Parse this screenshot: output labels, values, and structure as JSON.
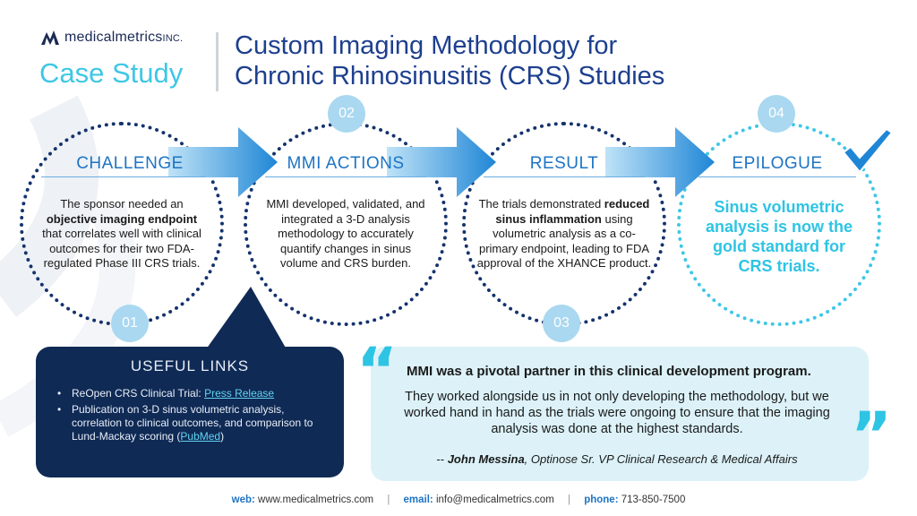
{
  "header": {
    "logo_main": "medicalmetrics",
    "logo_suffix": "INC.",
    "case_label": "Case Study",
    "title_line1": "Custom Imaging Methodology for",
    "title_line2": "Chronic Rhinosinusitis (CRS) Studies"
  },
  "stages": [
    {
      "number": "01",
      "heading": "CHALLENGE",
      "text_before": "The sponsor needed an ",
      "text_bold": "objective imaging endpoint",
      "text_after": " that correlates well with clinical outcomes for their two FDA-regulated Phase III CRS trials."
    },
    {
      "number": "02",
      "heading": "MMI ACTIONS",
      "text": "MMI developed, validated, and integrated a 3-D analysis methodology to accurately quantify changes in sinus volume and CRS burden."
    },
    {
      "number": "03",
      "heading": "RESULT",
      "text_before": "The trials demonstrated ",
      "text_bold": "reduced sinus inflammation",
      "text_after": " using volumetric analysis as a co-primary endpoint, leading to FDA approval of the XHANCE product."
    },
    {
      "number": "04",
      "heading": "EPILOGUE",
      "text": "Sinus volumetric analysis is now the gold standard for CRS trials."
    }
  ],
  "links": {
    "title": "USEFUL LINKS",
    "item1_text": "ReOpen CRS Clinical Trial: ",
    "item1_link": "Press Release",
    "item2_text": "Publication on 3-D sinus volumetric analysis, correlation to clinical outcomes, and comparison to Lund-Mackay scoring (",
    "item2_link": "PubMed",
    "item2_after": ")"
  },
  "quote": {
    "open_mark": "“",
    "close_mark": "”",
    "lead": "MMI was a pivotal partner in this clinical development program.",
    "body": "They worked alongside us in not only developing the methodology, but we worked hand in hand as the trials were ongoing to ensure that the imaging analysis was done at the highest standards.",
    "attr_prefix": "-- ",
    "attr_name": "John Messina",
    "attr_role": ", Optinose Sr. VP Clinical Research & Medical Affairs"
  },
  "footer": {
    "web_label": "web:",
    "web_value": "www.medicalmetrics.com",
    "email_label": "email:",
    "email_value": "info@medicalmetrics.com",
    "phone_label": "phone:",
    "phone_value": "713-850-7500",
    "separator": "|"
  },
  "colors": {
    "navy": "#14336d",
    "accent_cyan": "#3ec7e6",
    "title_blue": "#1d3f8f",
    "arrow_blue": "#2a8fd8",
    "links_bg": "#0f2a55",
    "quote_bg": "#dcf2f8"
  },
  "icons": {
    "logo": "medicalmetrics-logo-icon",
    "check": "checkmark-icon"
  }
}
